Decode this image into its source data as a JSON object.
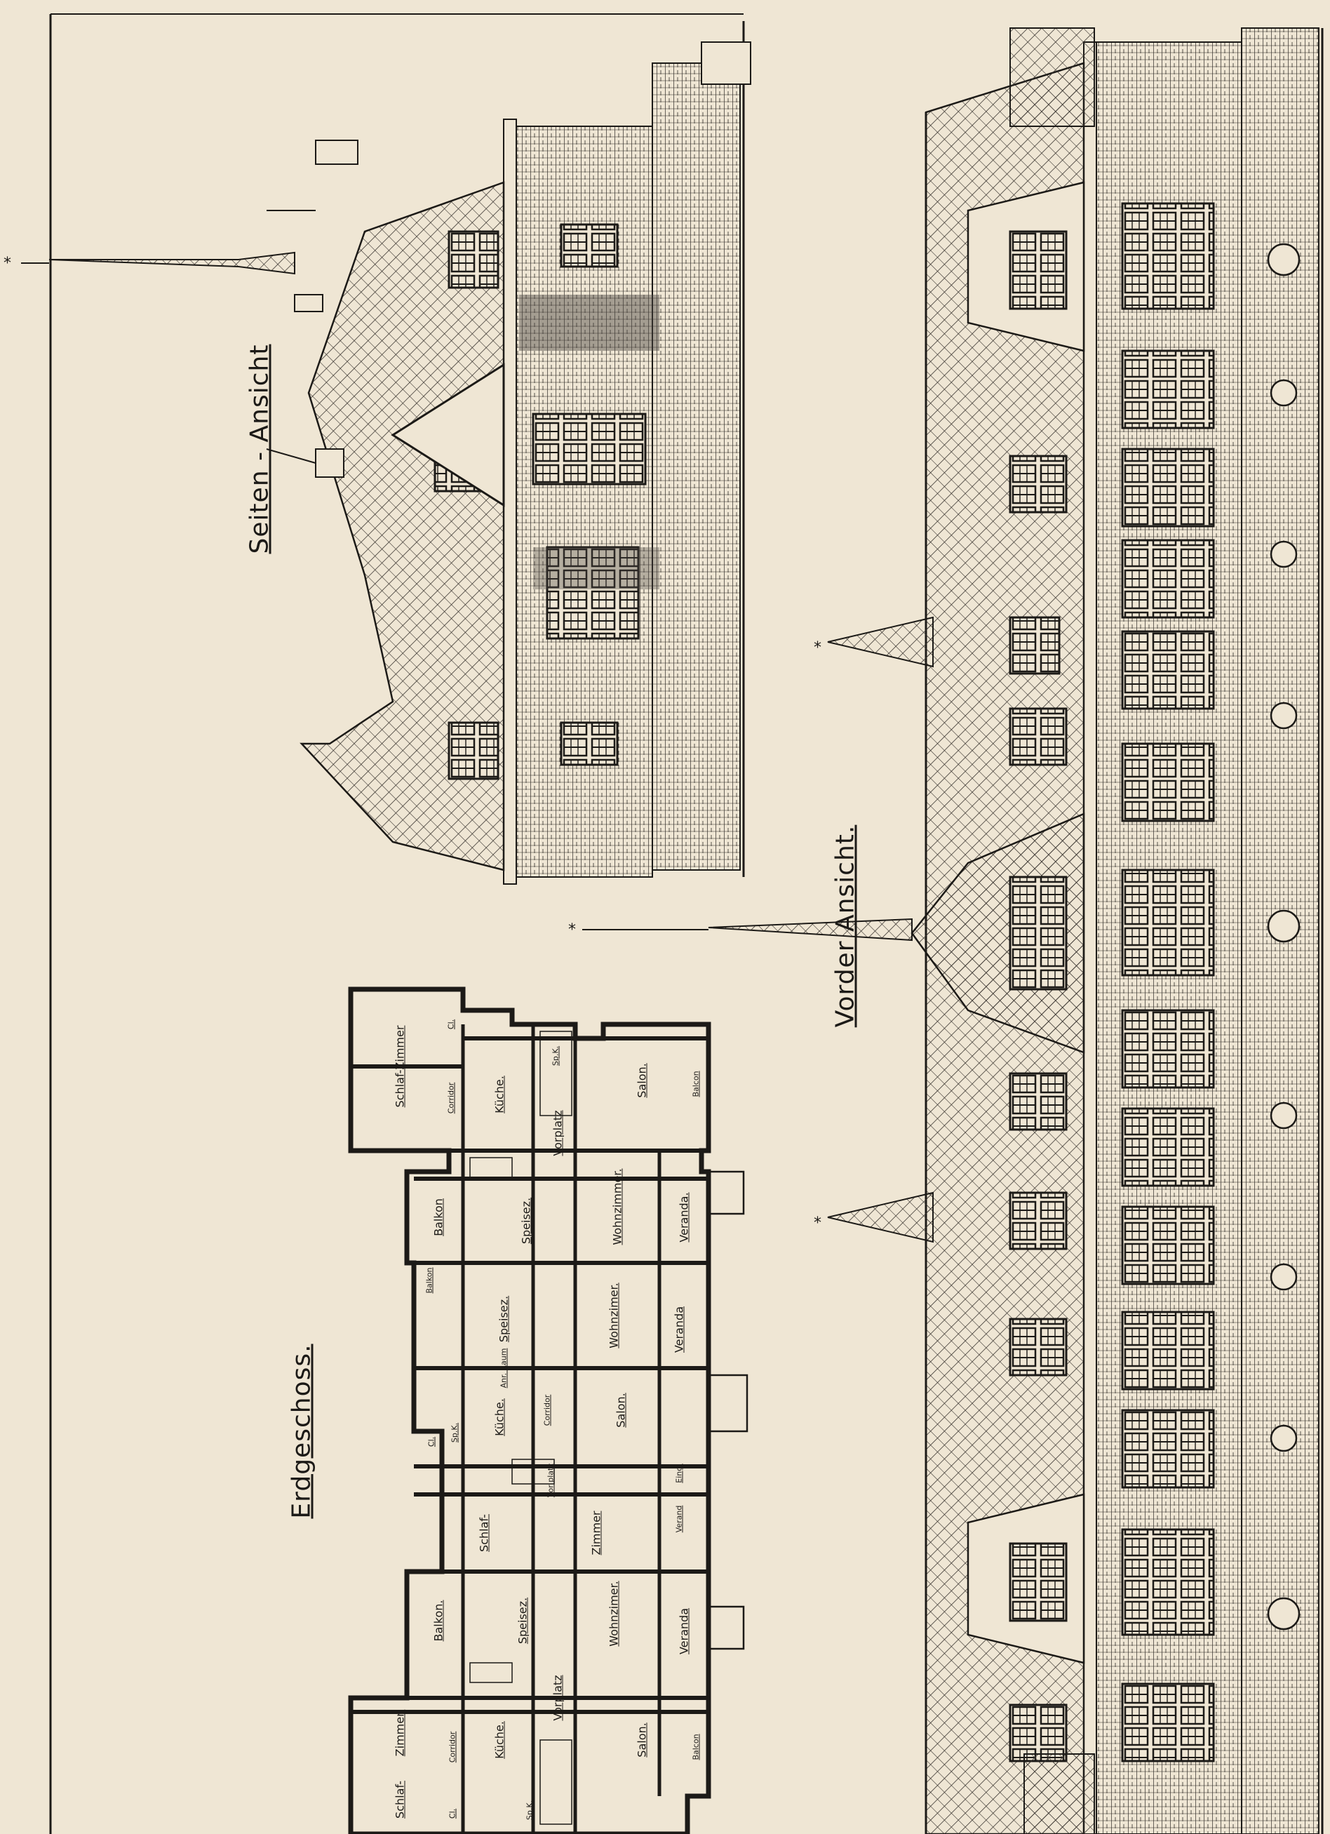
{
  "titles": {
    "side_view": "Seiten - Ansicht",
    "front_view": "Vorder   Ansicht.",
    "ground_floor": "Erdgeschoss."
  },
  "rooms": [
    {
      "label": "Schlaf-Zimmer",
      "size": "normal"
    },
    {
      "label": "Cl.",
      "size": "small"
    },
    {
      "label": "Corridor",
      "size": "small"
    },
    {
      "label": "Küche.",
      "size": "normal"
    },
    {
      "label": "Sp.K.",
      "size": "small"
    },
    {
      "label": "Vorplatz",
      "size": "normal"
    },
    {
      "label": "Salon.",
      "size": "normal"
    },
    {
      "label": "Balcon",
      "size": "small"
    },
    {
      "label": "Balkon",
      "size": "normal"
    },
    {
      "label": "Speisez.",
      "size": "normal"
    },
    {
      "label": "Wohnzimmer.",
      "size": "normal"
    },
    {
      "label": "Veranda.",
      "size": "normal"
    },
    {
      "label": "Balkon",
      "size": "small"
    },
    {
      "label": "Speisez.",
      "size": "normal"
    },
    {
      "label": "Anr. Raum",
      "size": "small"
    },
    {
      "label": "Wohnzimer.",
      "size": "normal"
    },
    {
      "label": "Veranda",
      "size": "normal"
    },
    {
      "label": "Cl.",
      "size": "small"
    },
    {
      "label": "Sp.K.",
      "size": "small"
    },
    {
      "label": "Küche.",
      "size": "normal"
    },
    {
      "label": "Corridor",
      "size": "small"
    },
    {
      "label": "Salon.",
      "size": "normal"
    },
    {
      "label": "Vor platz",
      "size": "small"
    },
    {
      "label": "Eing.",
      "size": "small"
    },
    {
      "label": "Schlaf-",
      "size": "normal"
    },
    {
      "label": "Zimmer",
      "size": "normal"
    },
    {
      "label": "Verand",
      "size": "small"
    },
    {
      "label": "Balkon.",
      "size": "normal"
    },
    {
      "label": "Speisez.",
      "size": "normal"
    },
    {
      "label": "Wohnzimer.",
      "size": "normal"
    },
    {
      "label": "Veranda",
      "size": "normal"
    },
    {
      "label": "Schlaf-",
      "size": "normal"
    },
    {
      "label": "Zimmer.",
      "size": "normal"
    },
    {
      "label": "Cl.",
      "size": "small"
    },
    {
      "label": "Corridor",
      "size": "small"
    },
    {
      "label": "Küche.",
      "size": "normal"
    },
    {
      "label": "Sp.K.",
      "size": "small"
    },
    {
      "label": "Vorplatz",
      "size": "normal"
    },
    {
      "label": "Salon.",
      "size": "normal"
    },
    {
      "label": "Balcon",
      "size": "small"
    }
  ],
  "colors": {
    "paper": "#efe6d4",
    "ink": "#1c1a17",
    "hatch": "#4a4540"
  }
}
